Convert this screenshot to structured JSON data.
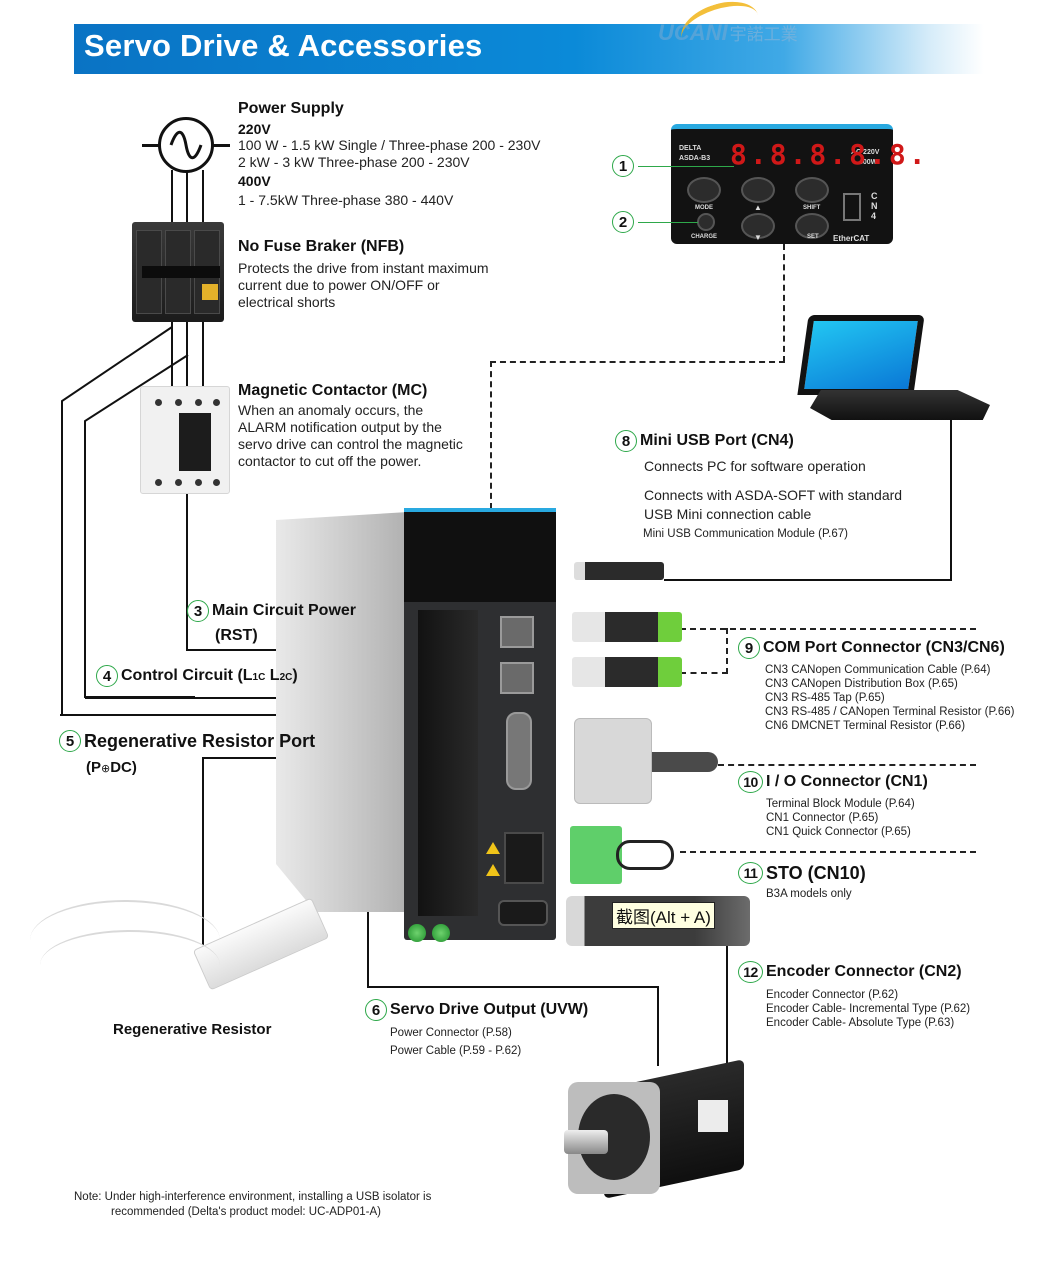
{
  "header": {
    "title": "Servo Drive & Accessories",
    "watermark_brand": "UCANI",
    "watermark_cn": "宇諾工業",
    "banner_color": "#0a73c4"
  },
  "power_supply": {
    "title": "Power Supply",
    "v220_label": "220V",
    "v220_lines": [
      "100 W - 1.5 kW Single / Three-phase 200 - 230V",
      "2 kW - 3 kW Three-phase 200 - 230V"
    ],
    "v400_label": "400V",
    "v400_lines": [
      "1 - 7.5kW Three-phase 380 - 440V"
    ],
    "icon": "ac-source-icon"
  },
  "nfb": {
    "title": "No Fuse Braker (NFB)",
    "lines": [
      "Protects the drive from instant maximum",
      "current due to power ON/OFF or",
      "electrical shorts"
    ]
  },
  "mc": {
    "title": "Magnetic Contactor (MC)",
    "lines": [
      "When an anomaly occurs, the",
      "ALARM notification output by the",
      "servo drive can control the magnetic",
      "contactor to cut off the power."
    ]
  },
  "panel": {
    "display": "8.8.8.8.8.",
    "brand": "DELTA",
    "model": "ASDA-B3",
    "rating": [
      "AC 220V",
      "400W"
    ],
    "buttons": [
      "MODE",
      "▲",
      "SHIFT",
      "CHARGE",
      "▼",
      "SET"
    ],
    "port_label": "CN4",
    "fieldbus": "EtherCAT",
    "callouts": [
      {
        "num": "1"
      },
      {
        "num": "2"
      }
    ]
  },
  "callouts": {
    "c3": {
      "num": "3",
      "title": "Main Circuit Power",
      "sub": "(RST)"
    },
    "c4": {
      "num": "4",
      "title_main": "Control Circuit (L",
      "sub1": "1C",
      "mid": " L",
      "sub2": "2C",
      "end": ")"
    },
    "c5": {
      "num": "5",
      "title": "Regenerative Resistor Port",
      "sub_a": "(P",
      "sub_sym": "⊕",
      "sub_b": "DC)"
    },
    "c6": {
      "num": "6",
      "title": "Servo Drive Output (UVW)",
      "items": [
        "Power Connector (P.58)",
        "Power Cable (P.59 - P.62)"
      ]
    },
    "c8": {
      "num": "8",
      "title": "Mini USB Port (CN4)",
      "desc1": "Connects PC for software operation",
      "desc2": [
        "Connects with ASDA-SOFT with standard",
        "USB Mini connection cable"
      ],
      "items": [
        "Mini USB Communication Module (P.67)"
      ]
    },
    "c9": {
      "num": "9",
      "title": "COM Port Connector (CN3/CN6)",
      "items": [
        "CN3 CANopen Communication Cable (P.64)",
        "CN3 CANopen Distribution Box (P.65)",
        "CN3 RS-485 Tap (P.65)",
        "CN3 RS-485 / CANopen Terminal Resistor (P.66)",
        "CN6 DMCNET Terminal Resistor (P.66)"
      ]
    },
    "c10": {
      "num": "10",
      "title": "I / O Connector (CN1)",
      "items": [
        "Terminal Block Module (P.64)",
        "CN1 Connector (P.65)",
        "CN1 Quick Connector (P.65)"
      ]
    },
    "c11": {
      "num": "11",
      "title": "STO (CN10)",
      "items": [
        "B3A models only"
      ]
    },
    "c12": {
      "num": "12",
      "title": "Encoder Connector (CN2)",
      "items": [
        "Encoder Connector (P.62)",
        "Encoder Cable- Incremental Type (P.62)",
        "Encoder Cable- Absolute Type (P.63)"
      ]
    }
  },
  "resistor": {
    "label": "Regenerative Resistor"
  },
  "tooltip": {
    "text": "截图(Alt + A)"
  },
  "note": {
    "line1": "Note: Under high-interference environment, installing a USB isolator is",
    "line2": "recommended (Delta's product model: UC-ADP01-A)"
  },
  "colors": {
    "badge_ring": "#2ea84a",
    "display_red": "#d01818",
    "accent_blue": "#29a9e0"
  }
}
